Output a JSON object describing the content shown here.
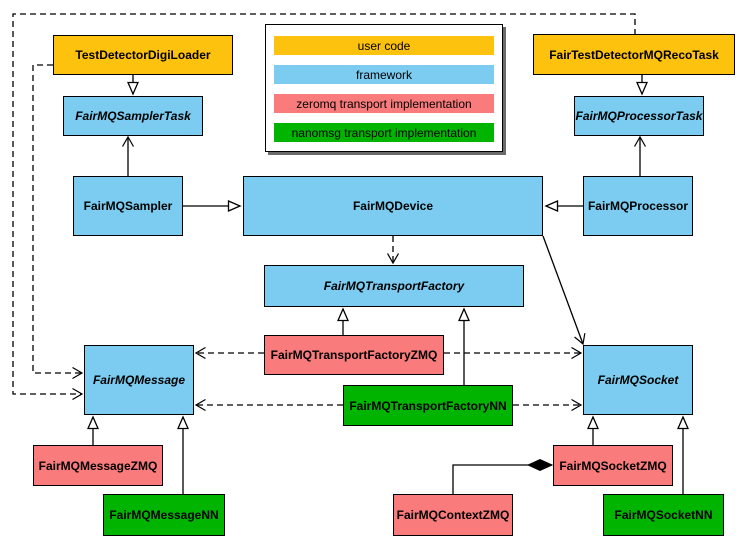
{
  "legend": {
    "items": [
      {
        "label": "user code",
        "color": "#fdc20e"
      },
      {
        "label": "framework",
        "color": "#7bccf0"
      },
      {
        "label": "zeromq transport implementation",
        "color": "#f97b7b"
      },
      {
        "label": "nanomsg transport implementation",
        "color": "#00b400"
      }
    ]
  },
  "nodes": {
    "testDetectorDigiLoader": {
      "label": "TestDetectorDigiLoader",
      "category": "user code"
    },
    "fairTestDetectorMQRecoTask": {
      "label": "FairTestDetectorMQRecoTask",
      "category": "user code"
    },
    "fairMQSamplerTask": {
      "label": "FairMQSamplerTask",
      "category": "framework",
      "abstract": true
    },
    "fairMQProcessorTask": {
      "label": "FairMQProcessorTask",
      "category": "framework",
      "abstract": true
    },
    "fairMQSampler": {
      "label": "FairMQSampler",
      "category": "framework"
    },
    "fairMQDevice": {
      "label": "FairMQDevice",
      "category": "framework"
    },
    "fairMQProcessor": {
      "label": "FairMQProcessor",
      "category": "framework"
    },
    "fairMQTransportFactory": {
      "label": "FairMQTransportFactory",
      "category": "framework",
      "abstract": true
    },
    "fairMQTransportFactoryZMQ": {
      "label": "FairMQTransportFactoryZMQ",
      "category": "zeromq transport implementation"
    },
    "fairMQTransportFactoryNN": {
      "label": "FairMQTransportFactoryNN",
      "category": "nanomsg transport implementation"
    },
    "fairMQMessage": {
      "label": "FairMQMessage",
      "category": "framework",
      "abstract": true
    },
    "fairMQSocket": {
      "label": "FairMQSocket",
      "category": "framework",
      "abstract": true
    },
    "fairMQMessageZMQ": {
      "label": "FairMQMessageZMQ",
      "category": "zeromq transport implementation"
    },
    "fairMQMessageNN": {
      "label": "FairMQMessageNN",
      "category": "nanomsg transport implementation"
    },
    "fairMQContextZMQ": {
      "label": "FairMQContextZMQ",
      "category": "zeromq transport implementation"
    },
    "fairMQSocketZMQ": {
      "label": "FairMQSocketZMQ",
      "category": "zeromq transport implementation"
    },
    "fairMQSocketNN": {
      "label": "FairMQSocketNN",
      "category": "nanomsg transport implementation"
    }
  },
  "colors": {
    "user_code": "#fdc20e",
    "framework": "#7bccf0",
    "zeromq": "#f97b7b",
    "nanomsg": "#00b400",
    "line": "#000000",
    "background": "#ffffff"
  }
}
